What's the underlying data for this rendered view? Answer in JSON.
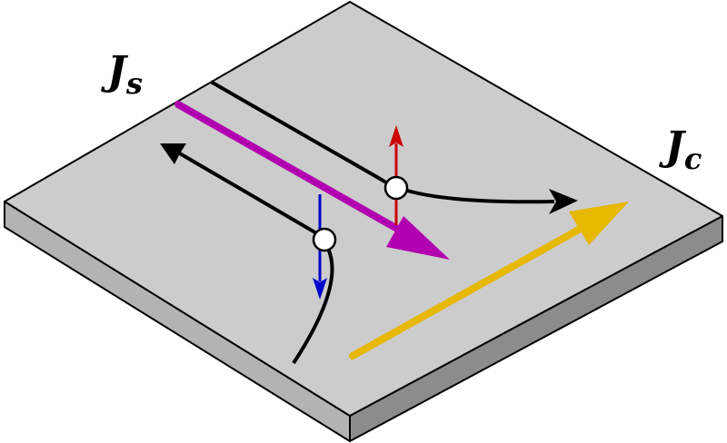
{
  "labels": {
    "spin_current": {
      "main": "J",
      "sub": "s"
    },
    "charge_current": {
      "main": "J",
      "sub": "c"
    }
  },
  "colors": {
    "top_face": "#cccccc",
    "left_face": "#b3b3b3",
    "right_face": "#8c8c8c",
    "spin_current_arrow": "#b000b0",
    "charge_current_arrow": "#e6b800",
    "spin_up": "#cc0000",
    "spin_down": "#0000cc",
    "electron_paths": "#000000"
  }
}
